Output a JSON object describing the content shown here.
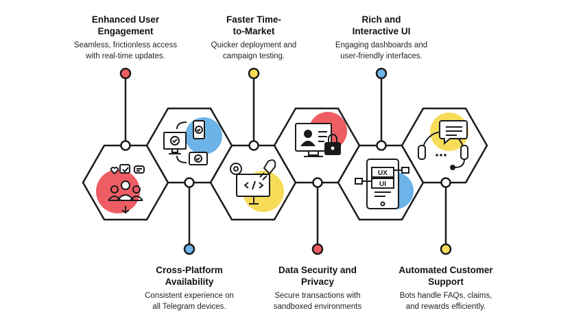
{
  "colors": {
    "red": "#ee5d64",
    "blue": "#6cb3e8",
    "yellow": "#f7dc5a",
    "outline": "#1a1a1a"
  },
  "features": [
    {
      "title_line1": "Enhanced User",
      "title_line2": "Engagement",
      "desc_line1": "Seamless, frictionless access",
      "desc_line2": "with real-time updates.",
      "dot_color": "red",
      "icon": "user-engagement-icon"
    },
    {
      "title_line1": "Cross-Platform",
      "title_line2": "Availability",
      "desc_line1": "Consistent experience on",
      "desc_line2": "all Telegram devices.",
      "dot_color": "blue",
      "icon": "cross-device-icon"
    },
    {
      "title_line1": "Faster Time-",
      "title_line2": "to-Market",
      "desc_line1": "Quicker deployment and",
      "desc_line2": "campaign testing.",
      "dot_color": "yellow",
      "icon": "rocket-launch-icon"
    },
    {
      "title_line1": "Data Security and",
      "title_line2": "Privacy",
      "desc_line1": "Secure transactions with",
      "desc_line2": "sandboxed environments",
      "dot_color": "red",
      "icon": "secure-lock-icon"
    },
    {
      "title_line1": "Rich and",
      "title_line2": "Interactive UI",
      "desc_line1": "Engaging dashboards and",
      "desc_line2": "user-friendly interfaces.",
      "dot_color": "blue",
      "icon": "ux-ui-tablet-icon",
      "icon_labels": [
        "UX",
        "UI"
      ]
    },
    {
      "title_line1": "Automated Customer",
      "title_line2": "Support",
      "desc_line1": "Bots handle FAQs, claims,",
      "desc_line2": "and rewards efficiently.",
      "dot_color": "yellow",
      "icon": "support-chat-icon"
    }
  ]
}
